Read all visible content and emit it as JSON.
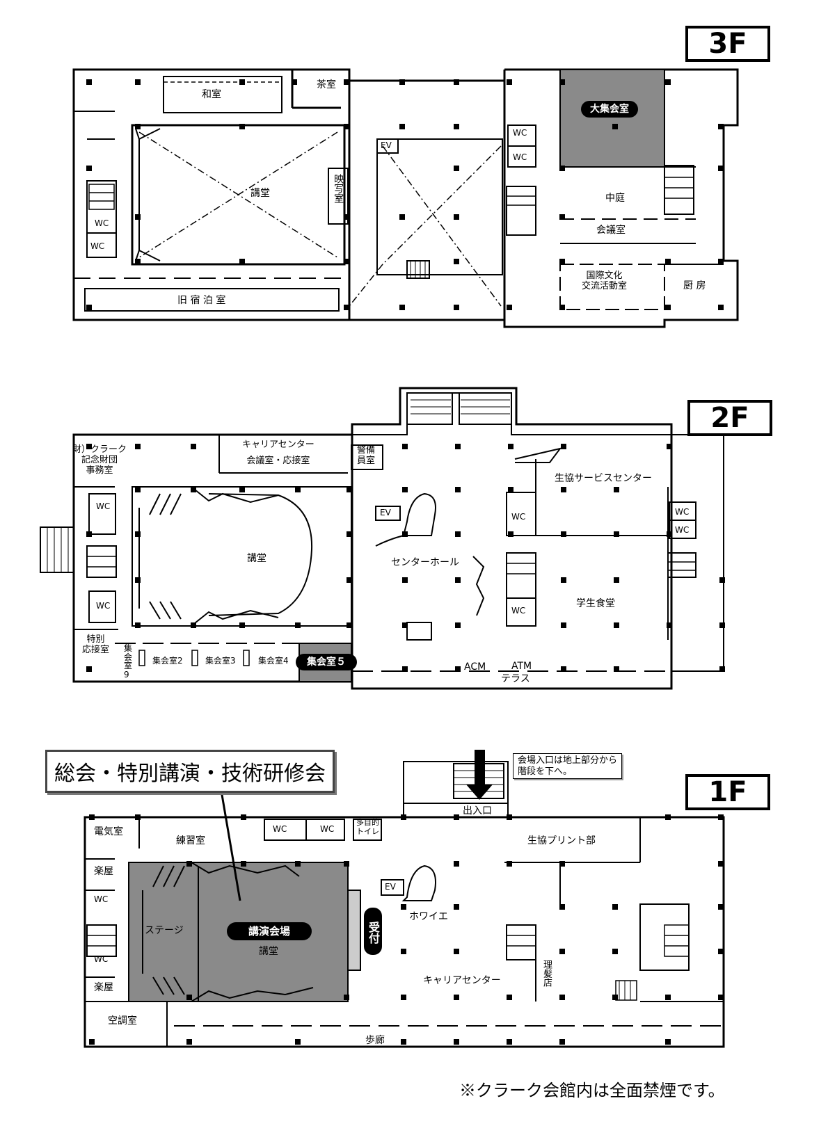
{
  "floors": {
    "f3": {
      "floor_label": "3F",
      "rooms": {
        "washitsu": "和室",
        "chashitsu": "茶室",
        "koudou": "講堂",
        "eishashitsu": "映写室",
        "wc1": "WC",
        "wc2": "WC",
        "wc3": "WC",
        "wc4": "WC",
        "kyushukuhakushitsu": "旧 宿 泊 室",
        "ev": "EV",
        "daishukaishitsu": "大集会室",
        "nakaniwa": "中庭",
        "kaigishitsu": "会議室",
        "kokusai": "国際文化\n交流活動室",
        "chubo": "厨 房"
      }
    },
    "f2": {
      "floor_label": "2F",
      "rooms": {
        "clark_office": "財）クラーク\n記念財団\n事務室",
        "career_meeting": "キャリアセンター\n会議室・応接室",
        "keibi": "警備\n員室",
        "seikyo_service": "生協サービスセンター",
        "wc1": "WC",
        "wc2": "WC",
        "wc3": "WC",
        "wc4": "WC",
        "wc5": "WC",
        "wc6": "WC",
        "ev": "EV",
        "koudou": "講堂",
        "center_hall": "センターホール",
        "gakusei_shokudo": "学生食堂",
        "tokubetsu_ousetsu": "特別\n応接室",
        "shukai9": "集\n会\n室\n9",
        "shukai2": "集会室2",
        "shukai3": "集会室3",
        "shukai4": "集会室4",
        "shukai5": "集会室５",
        "acm": "ACM",
        "atm": "ATM",
        "terrace": "テラス"
      }
    },
    "f1": {
      "floor_label": "1F",
      "rooms": {
        "denkishitsu": "電気室",
        "renshushitsu": "練習室",
        "wc1": "WC",
        "wc2": "WC",
        "tamokuteki": "多目的\nトイレ",
        "deiriguchi": "出入口",
        "seikyo_print": "生協プリント部",
        "gakuya1": "楽屋",
        "gakuya2": "楽屋",
        "wc3": "WC",
        "wc4": "WC",
        "stage": "ステージ",
        "kouen_kaijou": "講演会場",
        "koudou": "講堂",
        "uketsuke": "受付",
        "ev": "EV",
        "howaie": "ホワイエ",
        "career_center": "キャリアセンター",
        "rihatsuten": "理髪店",
        "kuchoshitsu": "空調室",
        "horou": "歩廊"
      },
      "entrance_note": "会場入口は地上部分から\n階段を下へ。"
    }
  },
  "event_callout": "総会・特別講演・技術研修会",
  "footer_note": "※クラーク会館内は全面禁煙です。",
  "colors": {
    "highlight": "#8a8a8a",
    "wall": "#000000",
    "pill_bg": "#000000",
    "pill_text": "#ffffff"
  }
}
